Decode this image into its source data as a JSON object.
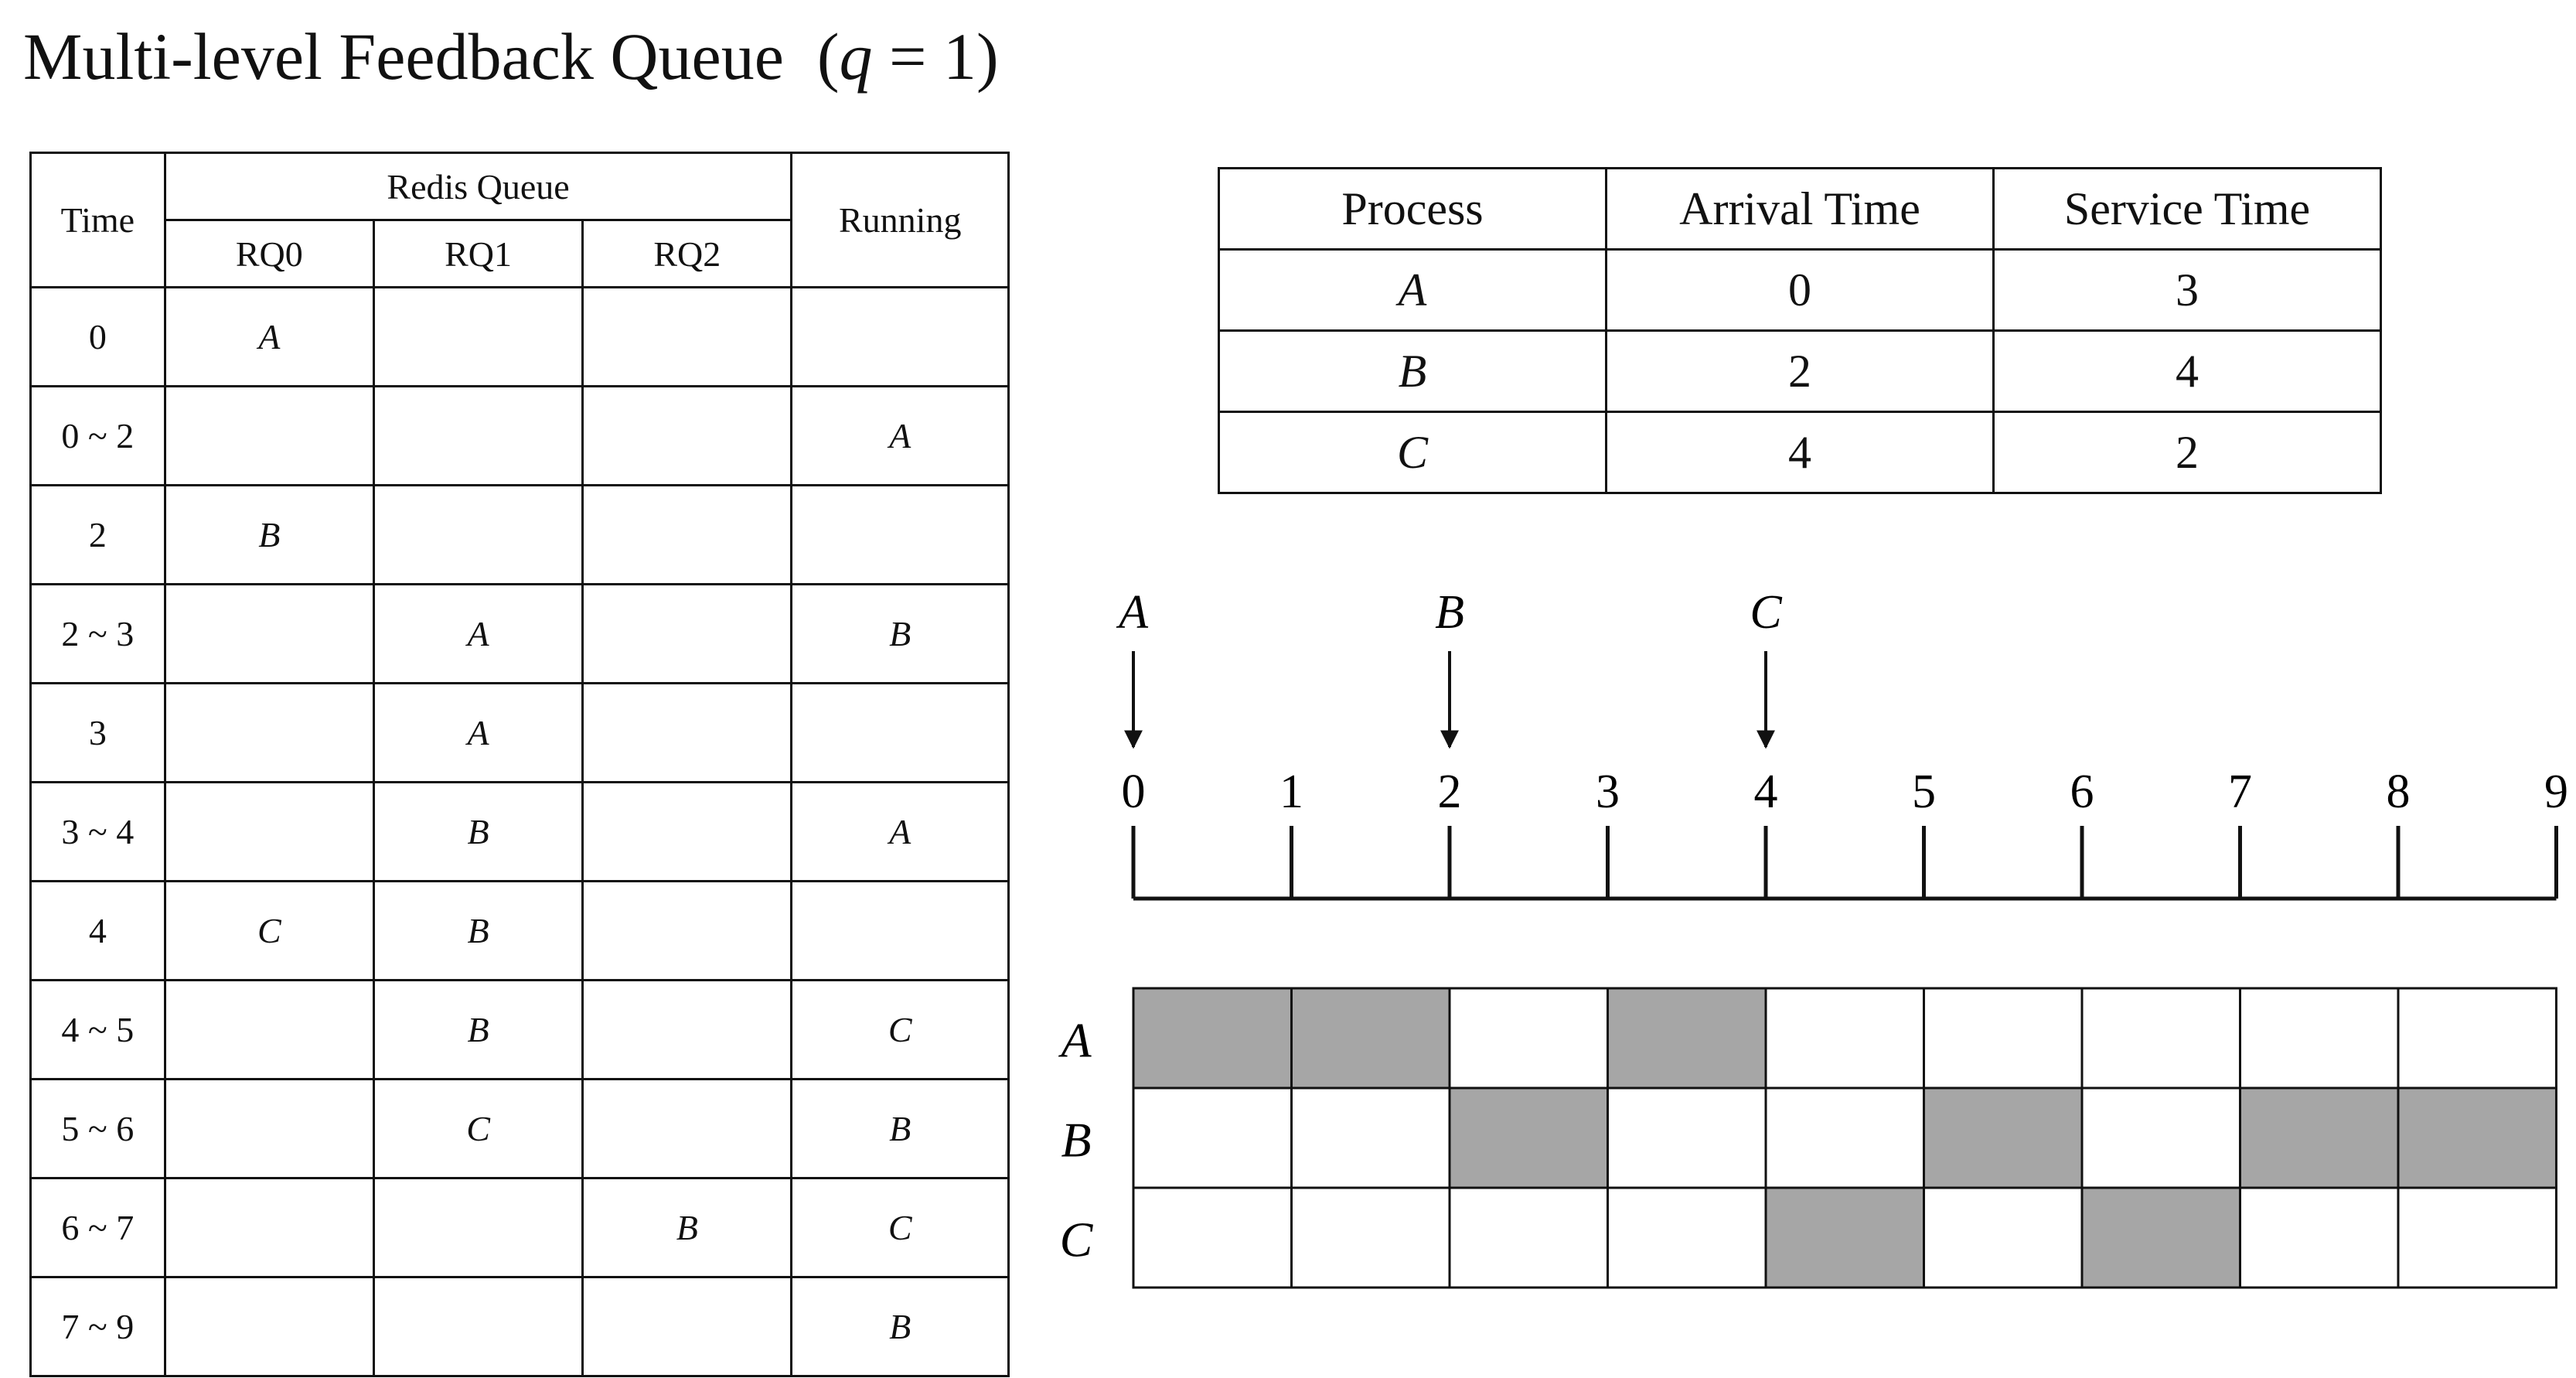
{
  "title": {
    "main": "Multi-level Feedback Queue",
    "q_symbol": "q",
    "q_value": " = 1)",
    "open_paren": "("
  },
  "queue_table": {
    "headers": {
      "time": "Time",
      "group": "Redis Queue",
      "rq0": "RQ0",
      "rq1": "RQ1",
      "rq2": "RQ2",
      "running": "Running"
    },
    "rows": [
      {
        "time": "0",
        "rq0": "A",
        "rq1": "",
        "rq2": "",
        "running": ""
      },
      {
        "time": "0 ~ 2",
        "rq0": "",
        "rq1": "",
        "rq2": "",
        "running": "A"
      },
      {
        "time": "2",
        "rq0": "B",
        "rq1": "",
        "rq2": "",
        "running": ""
      },
      {
        "time": "2 ~ 3",
        "rq0": "",
        "rq1": "A",
        "rq2": "",
        "running": "B"
      },
      {
        "time": "3",
        "rq0": "",
        "rq1": "A",
        "rq2": "",
        "running": ""
      },
      {
        "time": "3 ~ 4",
        "rq0": "",
        "rq1": "B",
        "rq2": "",
        "running": "A"
      },
      {
        "time": "4",
        "rq0": "C",
        "rq1": "B",
        "rq2": "",
        "running": ""
      },
      {
        "time": "4 ~ 5",
        "rq0": "",
        "rq1": "B",
        "rq2": "",
        "running": "C"
      },
      {
        "time": "5 ~ 6",
        "rq0": "",
        "rq1": "C",
        "rq2": "",
        "running": "B"
      },
      {
        "time": "6 ~ 7",
        "rq0": "",
        "rq1": "",
        "rq2": "B",
        "running": "C"
      },
      {
        "time": "7 ~ 9",
        "rq0": "",
        "rq1": "",
        "rq2": "",
        "running": "B"
      }
    ]
  },
  "process_table": {
    "headers": {
      "process": "Process",
      "arrival": "Arrival Time",
      "service": "Service Time"
    },
    "rows": [
      {
        "process": "A",
        "arrival": "0",
        "service": "3"
      },
      {
        "process": "B",
        "arrival": "2",
        "service": "4"
      },
      {
        "process": "C",
        "arrival": "4",
        "service": "2"
      }
    ]
  },
  "timeline": {
    "ticks": [
      "0",
      "1",
      "2",
      "3",
      "4",
      "5",
      "6",
      "7",
      "8",
      "9"
    ],
    "arrivals": [
      {
        "name": "A",
        "time": 0
      },
      {
        "name": "B",
        "time": 2
      },
      {
        "name": "C",
        "time": 4
      }
    ]
  },
  "gantt": {
    "fill_color": "#a6a6a6",
    "rows": [
      {
        "name": "A",
        "slots": [
          1,
          1,
          0,
          1,
          0,
          0,
          0,
          0,
          0
        ]
      },
      {
        "name": "B",
        "slots": [
          0,
          0,
          1,
          0,
          0,
          1,
          0,
          1,
          1
        ]
      },
      {
        "name": "C",
        "slots": [
          0,
          0,
          0,
          0,
          1,
          0,
          1,
          0,
          0
        ]
      }
    ]
  }
}
